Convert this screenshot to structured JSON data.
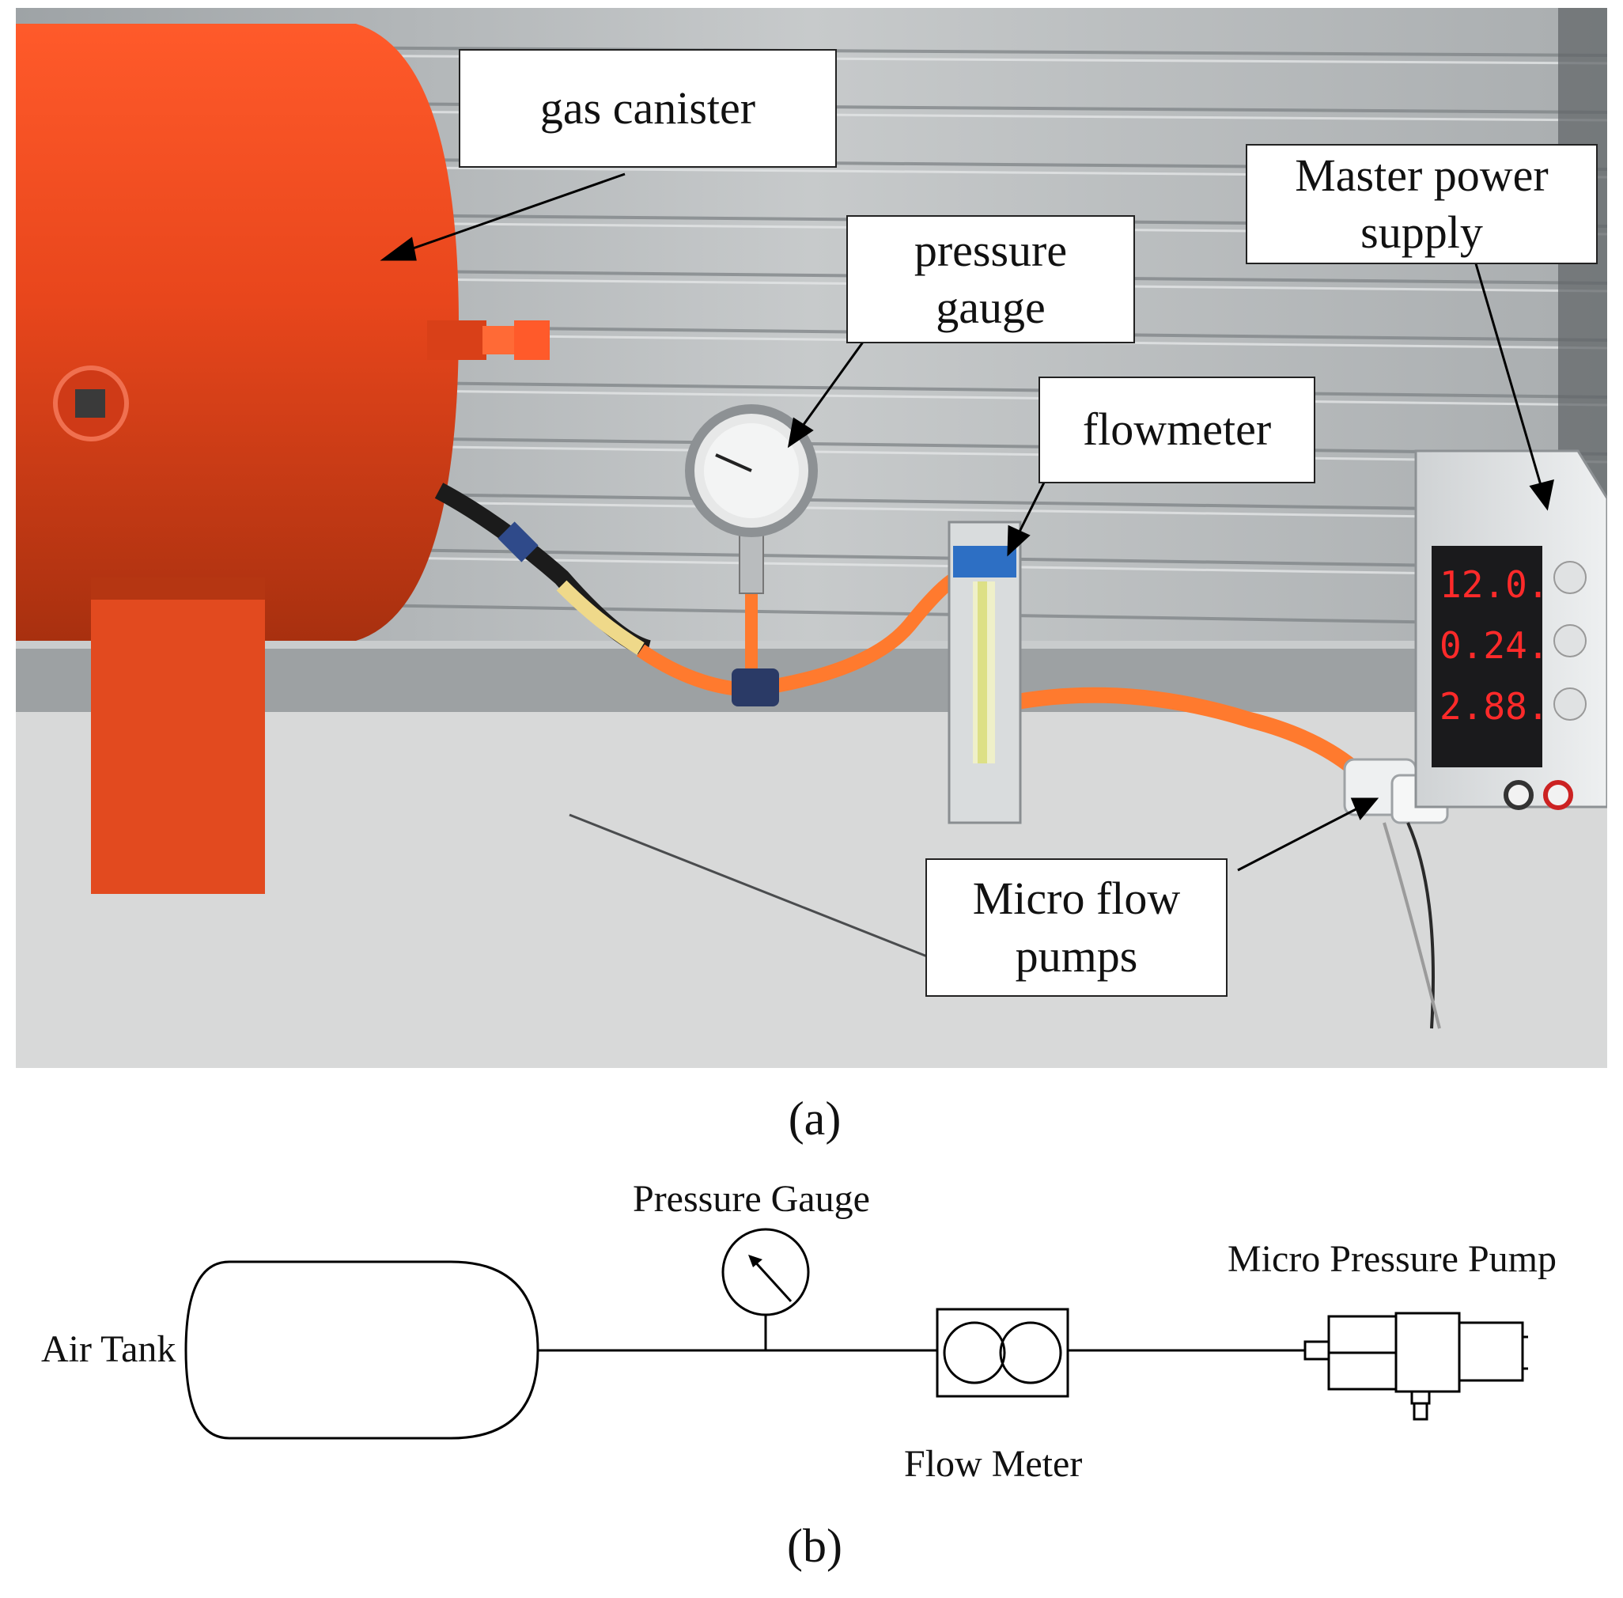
{
  "panel_a": {
    "label": "(a)",
    "callouts": {
      "gas_canister": "gas canister",
      "pressure_gauge": "pressure gauge",
      "flowmeter": "flowmeter",
      "master_power_supply": "Master power supply",
      "micro_flow_pumps": "Micro flow pumps"
    },
    "power_supply_display": [
      "12.0.",
      "0.24.",
      "2.88."
    ],
    "colors": {
      "canister": "#e0421a",
      "wall": "#b9bdbf",
      "table": "#d8d9d9",
      "tubing": "#ff7a2e",
      "display_digits": "#ff2a2a"
    }
  },
  "panel_b": {
    "label": "(b)",
    "components": {
      "air_tank": "Air Tank",
      "pressure_gauge": "Pressure Gauge",
      "flow_meter": "Flow Meter",
      "micro_pressure_pump": "Micro Pressure Pump"
    }
  }
}
